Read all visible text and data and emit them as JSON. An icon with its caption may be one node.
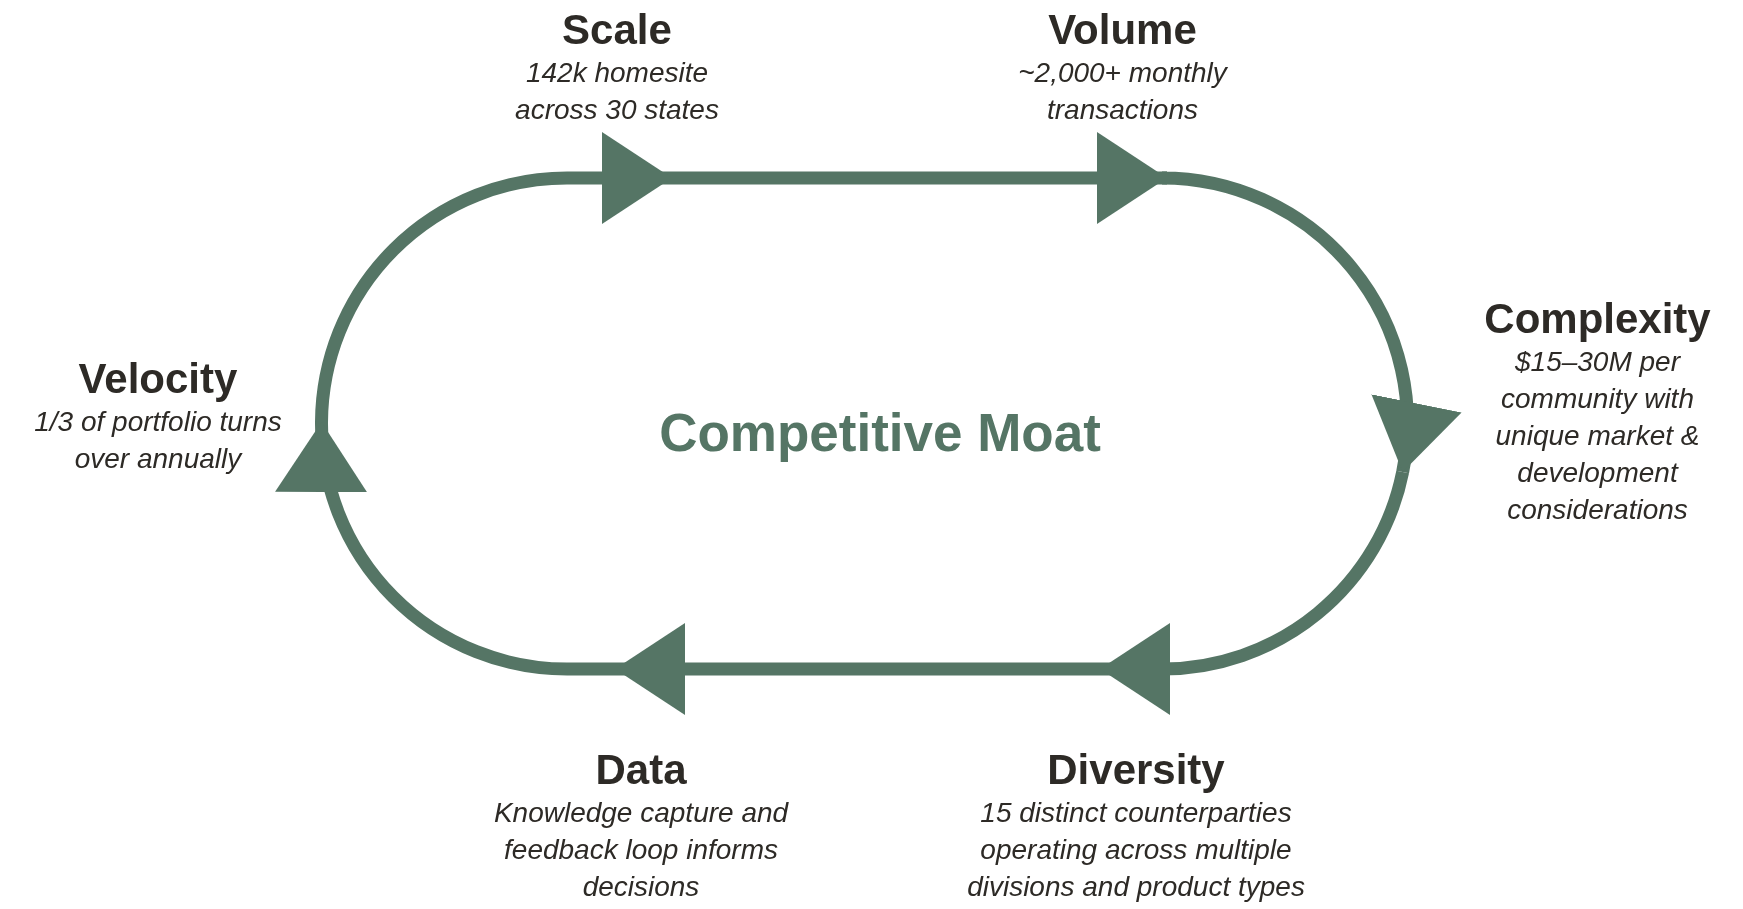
{
  "diagram": {
    "nodes": [
      {
        "text": [
          "Scale",
          "142k homesite across 30 states"
        ]
      },
      {
        "text": [
          "Volume",
          "~2,000+ monthly transactions"
        ]
      },
      {
        "text": [
          "Complexity",
          "$15–30M per community with unique market & development considerations"
        ]
      },
      {
        "text": [
          "Diversity",
          "15 distinct counterparties operating across multiple divisions and product types"
        ]
      },
      {
        "text": [
          "Data",
          "Knowledge capture and feedback loop informs decisions"
        ]
      },
      {
        "text": [
          "Velocity",
          "1/3 of portfolio turns over annually"
        ]
      }
    ],
    "edges": [
      {
        "from": 0,
        "to": 1,
        "arrow": "to"
      },
      {
        "from": 1,
        "to": 2,
        "arrow": "to"
      },
      {
        "from": 2,
        "to": 3,
        "arrow": "to"
      },
      {
        "from": 3,
        "to": 4,
        "arrow": "to"
      },
      {
        "from": 4,
        "to": 5,
        "arrow": "to"
      },
      {
        "from": 5,
        "to": 0,
        "arrow": "to"
      }
    ],
    "labels": [
      "Competitive Moat"
    ]
  }
}
